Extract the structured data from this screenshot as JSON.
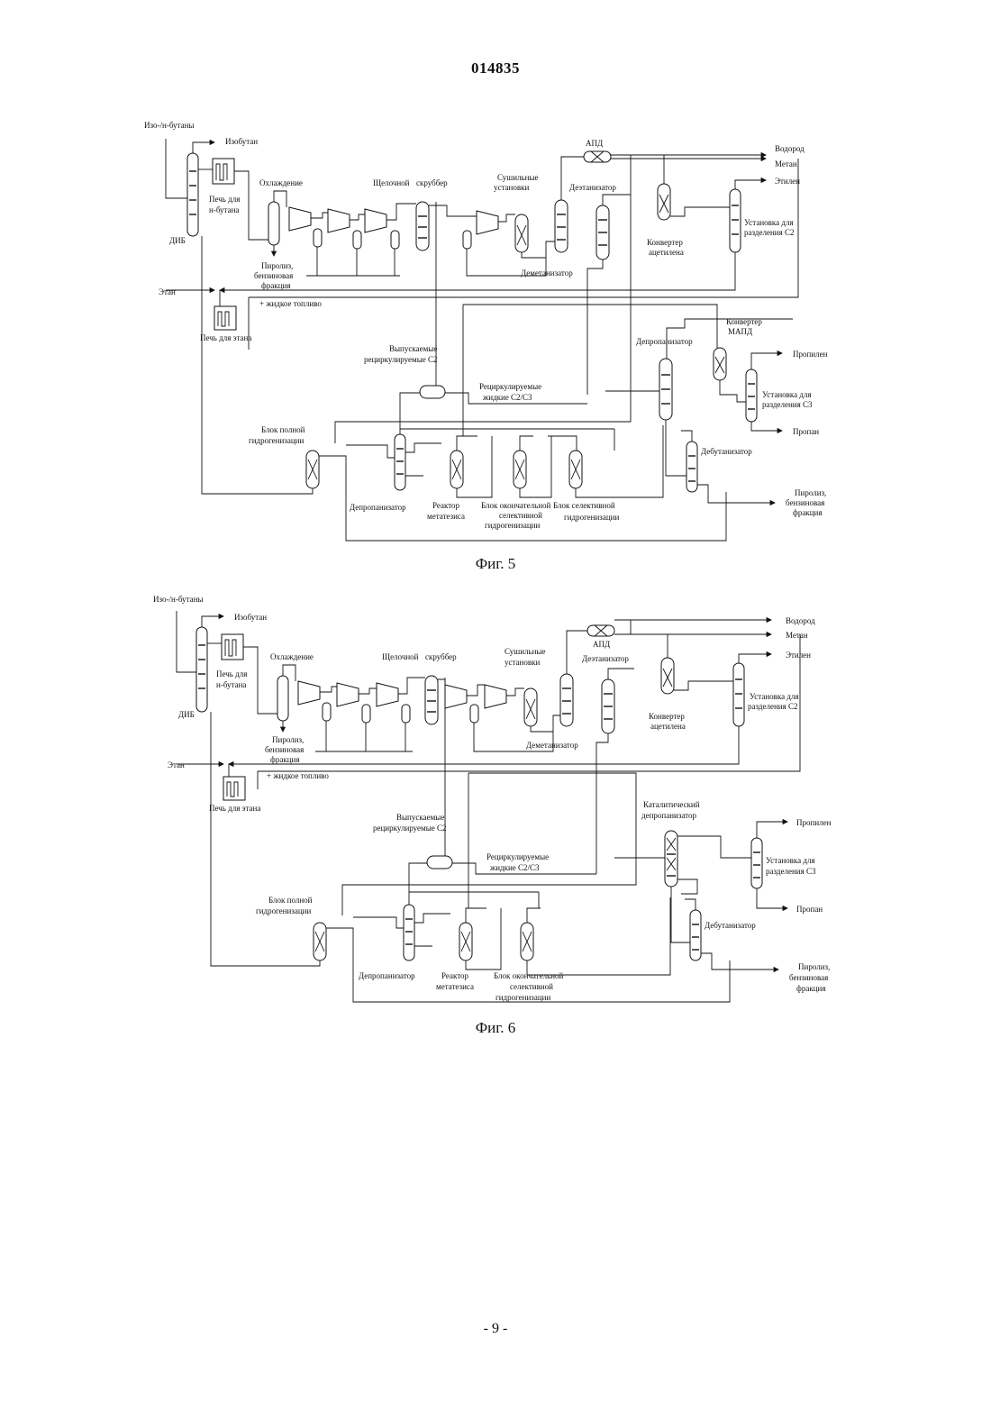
{
  "header": {
    "patent_number": "014835"
  },
  "fig5": {
    "caption": "Фиг. 5",
    "labels": {
      "feed_butanes": "Изо-/н-бутаны",
      "isobutane": "Изобутан",
      "furnace_butane_1": "Печь для",
      "furnace_butane_2": "н-бутана",
      "dib": "ДИБ",
      "cooling": "Охлаждение",
      "caustic": "Щелочной",
      "scrubber": "скруббер",
      "dryers_1": "Сушильные",
      "dryers_2": "установки",
      "apd": "АПД",
      "deethanizer": "Деэтанизатор",
      "hydrogen": "Водород",
      "methane": "Метан",
      "ethylene": "Этилен",
      "c2_unit_1": "Установка для",
      "c2_unit_2": "разделения С2",
      "acetylene_1": "Конвертер",
      "acetylene_2": "ацетилена",
      "demethanizer": "Деметанизатор",
      "pyro_1": "Пиролиз,",
      "pyro_2": "бензиновая",
      "pyro_3": "фракция",
      "ethane": "Этан",
      "fuel": "+ жидкое топливо",
      "furnace_ethane": "Печь для этана",
      "mapd_1": "Конвертер",
      "mapd_2": "МАПД",
      "depropanizer_top": "Депропанизатор",
      "propylene": "Пропилен",
      "c3_unit_1": "Установка для",
      "c3_unit_2": "разделения С3",
      "propane": "Пропан",
      "purge_1": "Выпускаемые",
      "purge_2": "рециркулируемые  С2",
      "recycle_1": "Рециркулируемые",
      "recycle_2": "жидкие С2/С3",
      "full_hydro_1": "Блок полной",
      "full_hydro_2": "гидрогенизации",
      "debutanizer": "Дебутанизатор",
      "pyro_out_1": "Пиролиз,",
      "pyro_out_2": "бензиновая",
      "pyro_out_3": "фракция",
      "depropanizer_bottom": "Депропанизатор",
      "metathesis_1": "Реактор",
      "metathesis_2": "метатезиса",
      "final_sel_1": "Блок окончательной",
      "final_sel_2": "селективной",
      "final_sel_3": "гидрогенизации",
      "sel_hydro_1": "Блок селективной",
      "sel_hydro_2": "гидрогенизации"
    }
  },
  "fig6": {
    "caption": "Фиг. 6",
    "labels": {
      "feed_butanes": "Изо-/н-бутаны",
      "isobutane": "Изобутан",
      "furnace_butane_1": "Печь для",
      "furnace_butane_2": "н-бутана",
      "dib": "ДИБ",
      "cooling": "Охлаждение",
      "caustic": "Щелочной",
      "scrubber": "скруббер",
      "dryers_1": "Сушильные",
      "dryers_2": "установки",
      "apd": "АПД",
      "deethanizer": "Деэтанизатор",
      "hydrogen": "Водород",
      "methane": "Метан",
      "ethylene": "Этилен",
      "c2_unit_1": "Установка для",
      "c2_unit_2": "разделения С2",
      "acetylene_1": "Конвертер",
      "acetylene_2": "ацетилена",
      "demethanizer": "Деметанизатор",
      "pyro_1": "Пиролиз,",
      "pyro_2": "бензиновая",
      "pyro_3": "фракция",
      "ethane": "Этан",
      "fuel": "+ жидкое топливо",
      "furnace_ethane": "Печь для этана",
      "cat_depropanizer_1": "Каталитический",
      "cat_depropanizer_2": "депропанизатор",
      "propylene": "Пропилен",
      "c3_unit_1": "Установка для",
      "c3_unit_2": "разделения С3",
      "propane": "Пропан",
      "purge_1": "Выпускаемые",
      "purge_2": "рециркулируемые  С2",
      "recycle_1": "Рециркулируемые",
      "recycle_2": "жидкие С2/С3",
      "full_hydro_1": "Блок полной",
      "full_hydro_2": "гидрогенизации",
      "debutanizer": "Дебутанизатор",
      "pyro_out_1": "Пиролиз,",
      "pyro_out_2": "бензиновая",
      "pyro_out_3": "фракция",
      "depropanizer_bottom": "Депропанизатор",
      "metathesis_1": "Реактор",
      "metathesis_2": "метатезиса",
      "final_sel_1": "Блок окончательной",
      "final_sel_2": "селективной",
      "final_sel_3": "гидрогенизации"
    }
  },
  "footer": {
    "page_number": "- 9 -"
  }
}
